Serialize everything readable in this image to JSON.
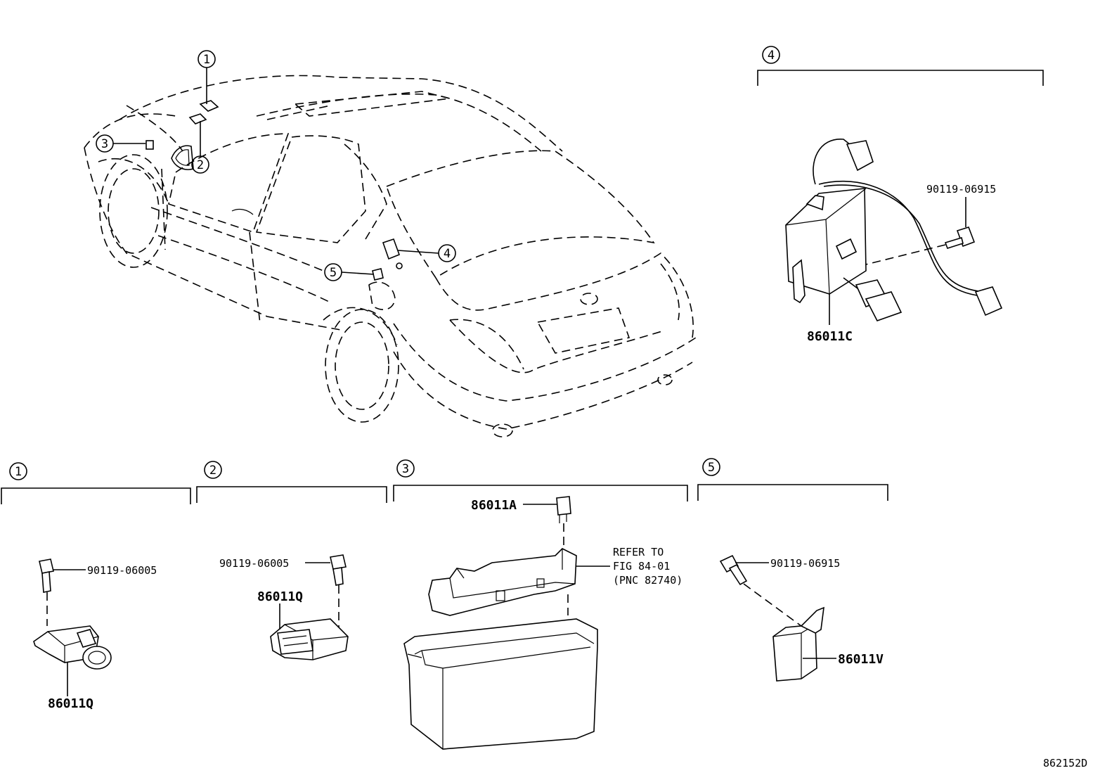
{
  "callouts": {
    "c1": "1",
    "c2": "2",
    "c3": "3",
    "c4": "4",
    "c5": "5"
  },
  "sections": {
    "s1": {
      "number": "1",
      "bolt": "90119-06005",
      "part": "86011Q"
    },
    "s2": {
      "number": "2",
      "bolt": "90119-06005",
      "part": "86011Q"
    },
    "s3": {
      "number": "3",
      "part": "86011A",
      "refer": [
        "REFER TO",
        "FIG 84-01",
        "(PNC 82740)"
      ]
    },
    "s4": {
      "number": "4",
      "bolt": "90119-06915",
      "part": "86011C"
    },
    "s5": {
      "number": "5",
      "bolt": "90119-06915",
      "part": "86011V"
    }
  },
  "figure_code": "862152D"
}
